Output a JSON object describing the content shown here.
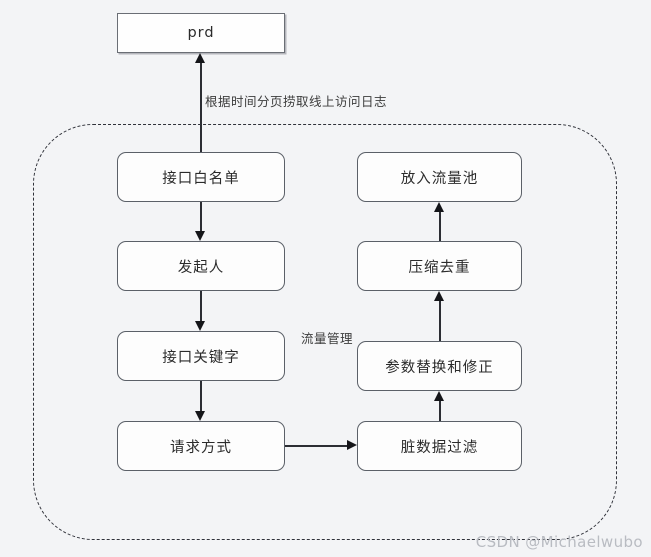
{
  "diagram": {
    "background_color": "#f3f4f6",
    "node_fill": "#fdfdfd",
    "node_stroke": "#5b6068",
    "connector_color": "#2b2d33",
    "group_stroke": "#30323a",
    "nodes": {
      "prd": "prd",
      "left_1": "接口白名单",
      "left_2": "发起人",
      "left_3": "接口关键字",
      "left_4": "请求方式",
      "right_1": "放入流量池",
      "right_2": "压缩去重",
      "right_3": "参数替换和修正",
      "right_4": "脏数据过滤"
    },
    "labels": {
      "fetch_edge": "根据时间分页捞取线上访问日志",
      "group": "流量管理"
    }
  },
  "watermark": {
    "text": "CSDN @Michaelwubo"
  }
}
